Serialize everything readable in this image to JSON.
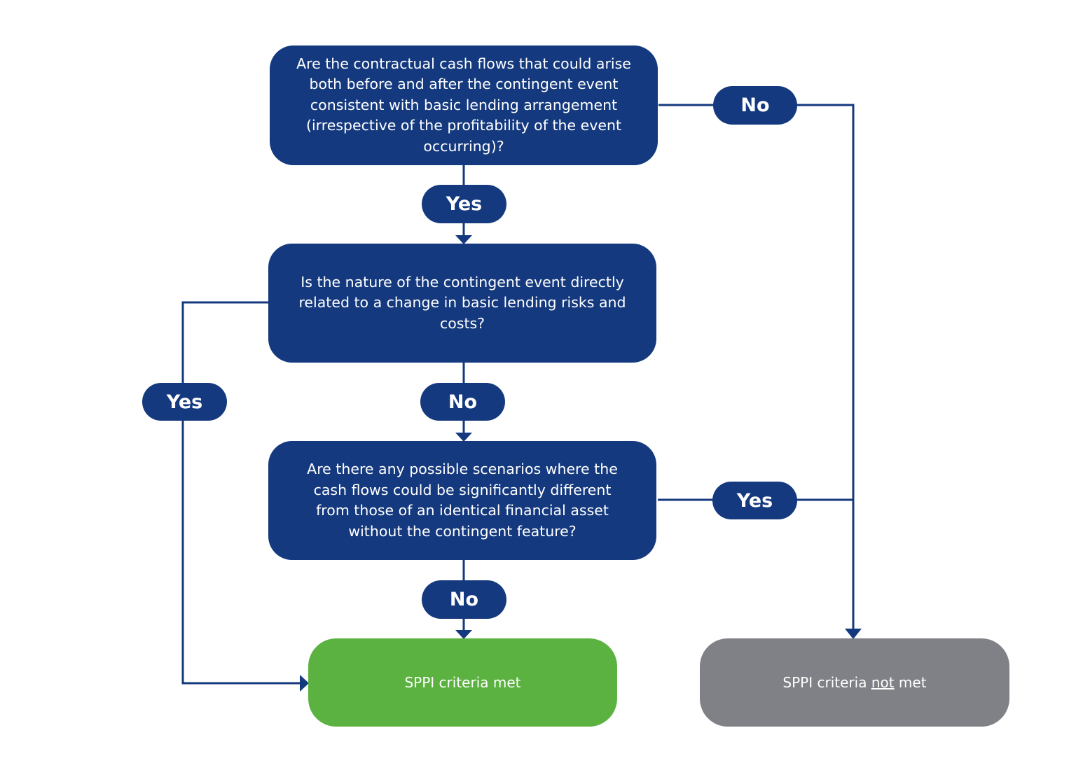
{
  "colors": {
    "navy": "#14397e",
    "green": "#5bb240",
    "gray": "#808186",
    "line": "#14397e"
  },
  "nodes": {
    "q1": "Are the contractual cash flows that could arise both before and after the contingent event consistent with basic lending arrangement (irrespective of the profitability of the event occurring)?",
    "q2": "Is the nature of the contingent event directly related to a change in basic lending risks and costs?",
    "q3": "Are there any possible scenarios where the cash flows could be significantly different from those of an identical financial asset without the contingent feature?",
    "met": "SPPI criteria met",
    "not_met_prefix": "SPPI criteria ",
    "not_met_emphasis": "not",
    "not_met_suffix": " met"
  },
  "edges": {
    "q1_no": "No",
    "q1_yes": "Yes",
    "q2_yes": "Yes",
    "q2_no": "No",
    "q3_yes": "Yes",
    "q3_no": "No"
  }
}
